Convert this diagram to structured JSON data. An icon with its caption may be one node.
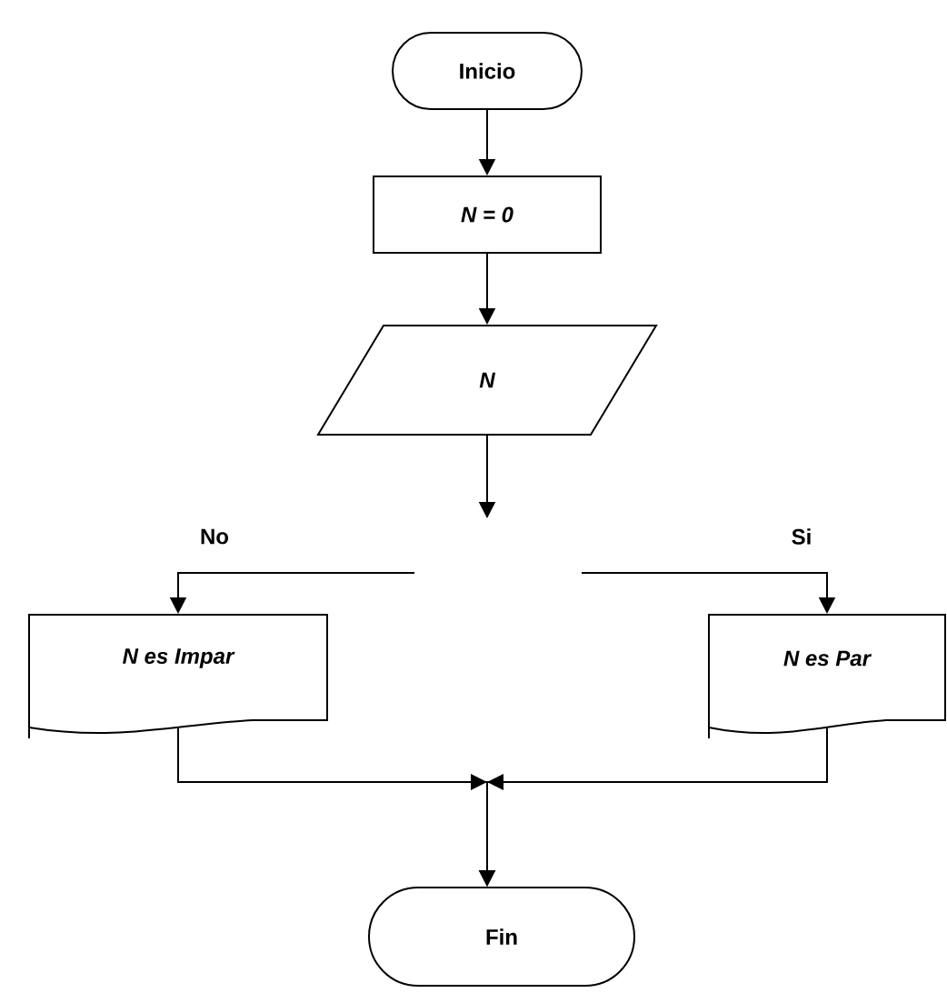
{
  "diagram": {
    "nodes": [
      {
        "text": [
          "Inicio"
        ]
      },
      {
        "text": [
          "N = 0"
        ]
      },
      {
        "text": [
          "N"
        ]
      },
      {
        "text": [
          "N es Impar"
        ]
      },
      {
        "text": [
          "N es Par"
        ]
      },
      {
        "text": [
          "Fin"
        ]
      }
    ],
    "edges": [
      {
        "from": 0,
        "to": 1,
        "arrow": "to"
      },
      {
        "from": 1,
        "to": 2,
        "arrow": "to"
      },
      {
        "from": 2,
        "to": null,
        "arrow": "to"
      },
      {
        "from": null,
        "to": 3,
        "arrow": "to",
        "label": "No"
      },
      {
        "from": null,
        "to": 4,
        "arrow": "to",
        "label": "Si"
      },
      {
        "from": 3,
        "to": 5,
        "arrow": "to"
      },
      {
        "from": 4,
        "to": 5,
        "arrow": "to"
      }
    ]
  }
}
